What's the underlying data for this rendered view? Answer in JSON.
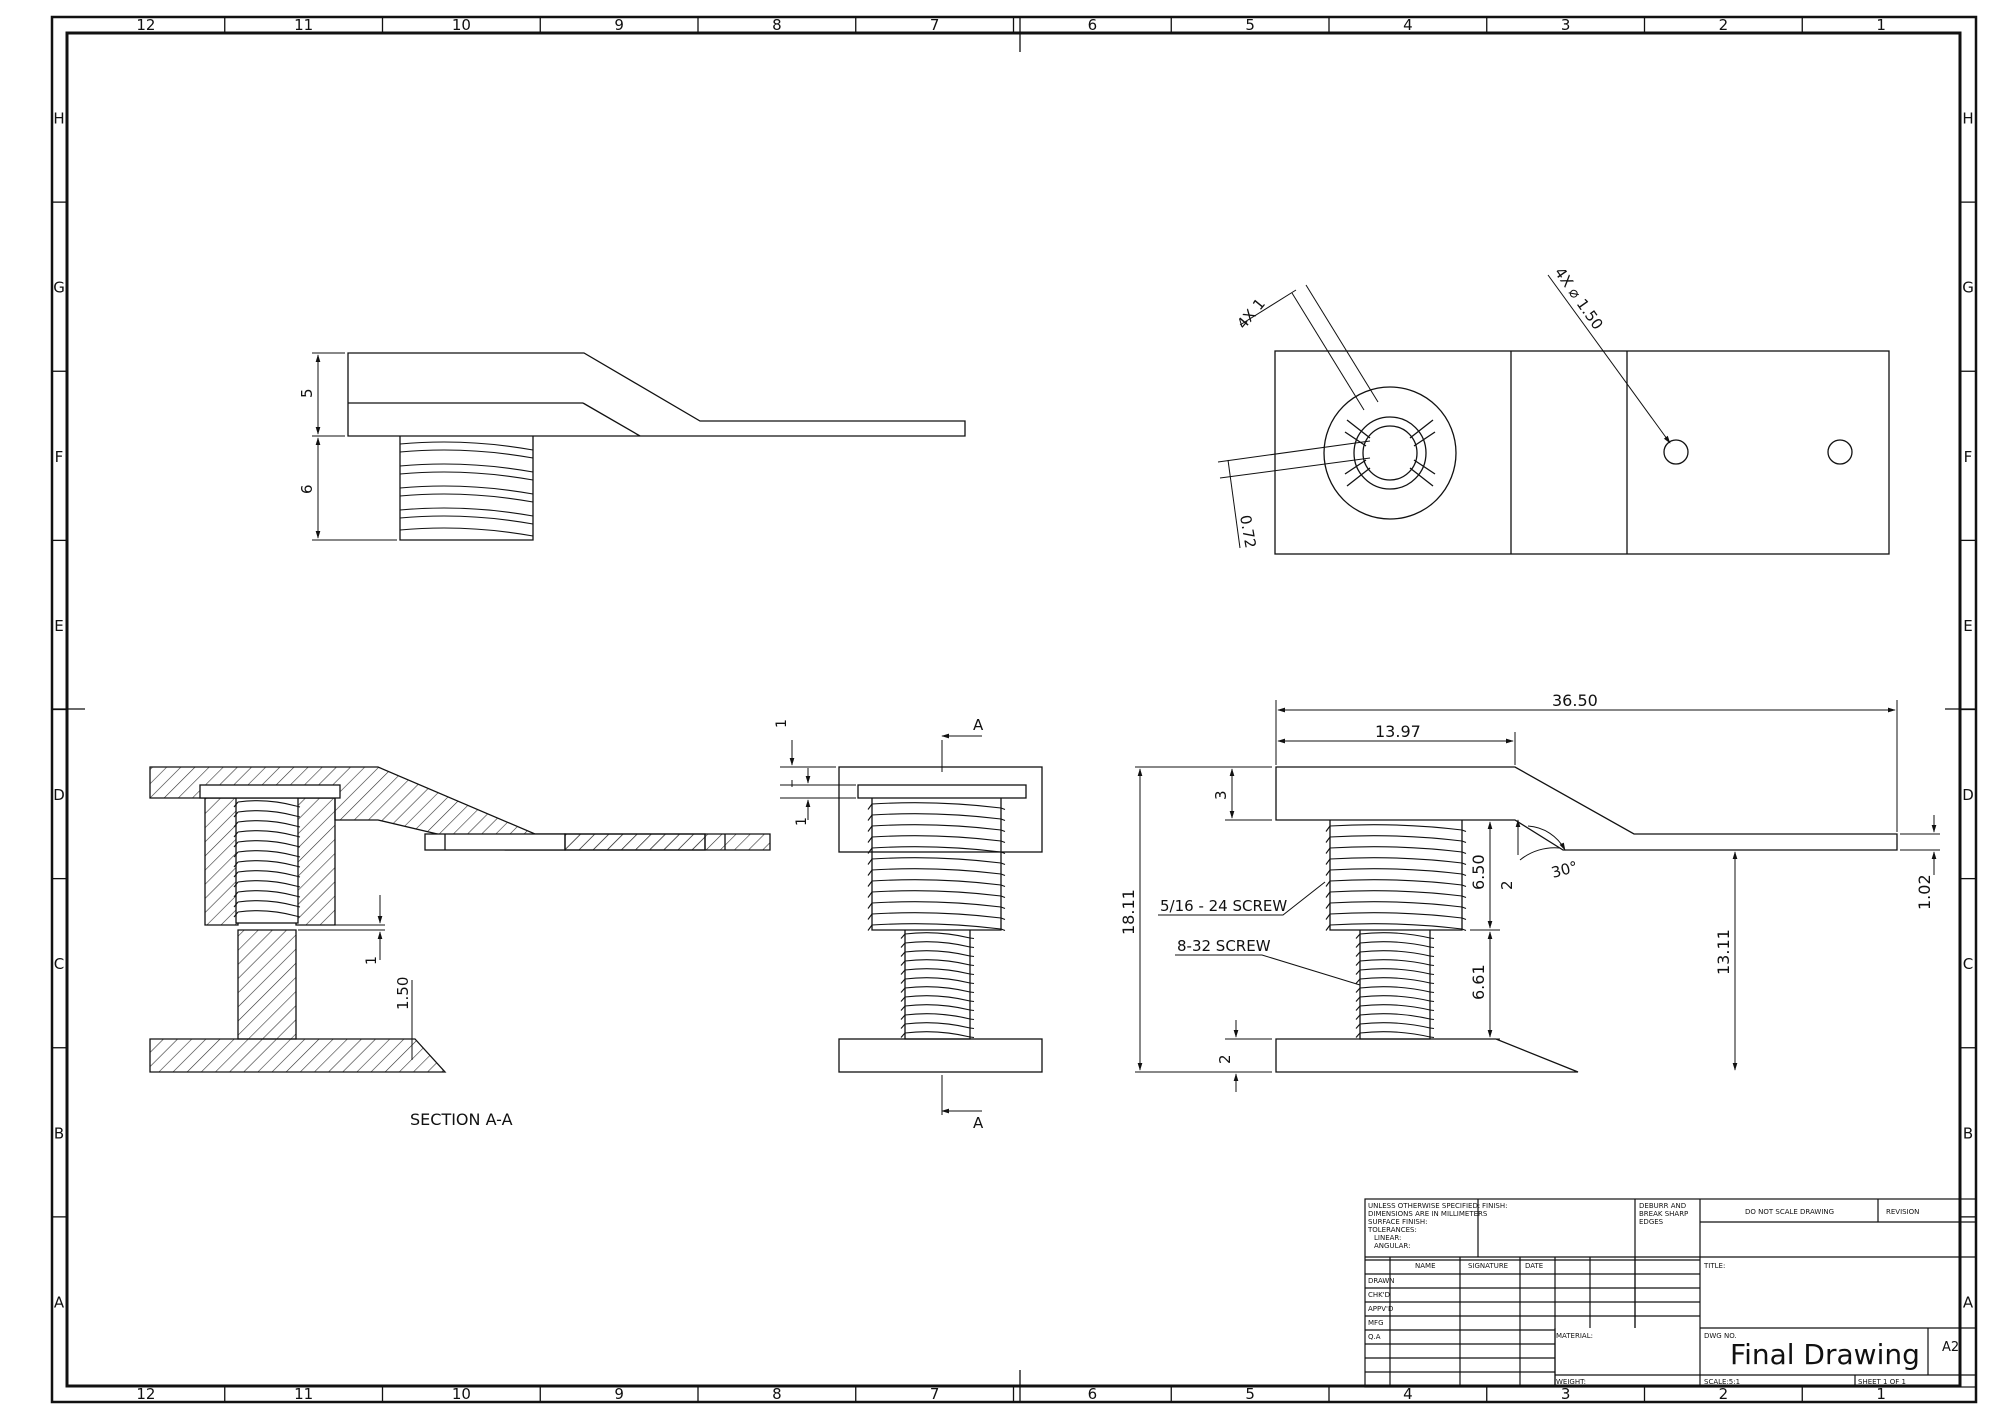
{
  "frame": {
    "column_labels": [
      "12",
      "11",
      "10",
      "9",
      "8",
      "7",
      "6",
      "5",
      "4",
      "3",
      "2",
      "1"
    ],
    "row_labels": [
      "H",
      "G",
      "F",
      "E",
      "D",
      "C",
      "B",
      "A"
    ]
  },
  "views": {
    "side": {
      "dim_height_top": "5",
      "dim_height_thread": "6"
    },
    "top": {
      "dim_slot": "4X 1",
      "dim_hole": "4X ⌀ 1.50",
      "dim_web": "0.72"
    },
    "front": {
      "dim_overall_length": "36.50",
      "dim_offset": "13.97",
      "dim_flange": "3",
      "dim_overall_height": "18.11",
      "dim_upper_thread": "6.50",
      "dim_step": "2",
      "dim_angle": "30°",
      "dim_lower_thread": "6.61",
      "dim_base": "2",
      "dim_arm_height": "13.11",
      "dim_arm_thickness": "1.02",
      "callout_screw_large": "5/16 - 24 SCREW",
      "callout_screw_small": "8-32 SCREW"
    },
    "middle": {
      "dim_top": "1",
      "dim_bottom": "1",
      "section_mark": "A"
    },
    "section": {
      "label": "SECTION A-A",
      "dim_gap": "1",
      "dim_thread": "1.50"
    }
  },
  "title_block": {
    "tolerance_note": [
      "UNLESS OTHERWISE SPECIFIED:",
      "DIMENSIONS ARE IN MILLIMETERS",
      "SURFACE FINISH:",
      "TOLERANCES:",
      "LINEAR:",
      "ANGULAR:"
    ],
    "finish": "FINISH:",
    "deburr": [
      "DEBURR AND",
      "BREAK SHARP",
      "EDGES"
    ],
    "do_not_scale": "DO NOT SCALE DRAWING",
    "revision": "REVISION",
    "col_name": "NAME",
    "col_signature": "SIGNATURE",
    "col_date": "DATE",
    "rows": [
      "DRAWN",
      "CHK'D",
      "APPV'D",
      "MFG",
      "Q.A"
    ],
    "title_label": "TITLE:",
    "material": "MATERIAL:",
    "weight": "WEIGHT:",
    "dwg_no_label": "DWG NO.",
    "dwg_title": "Final Drawing",
    "size": "A2",
    "scale": "SCALE:5:1",
    "sheet": "SHEET 1 OF 1"
  }
}
